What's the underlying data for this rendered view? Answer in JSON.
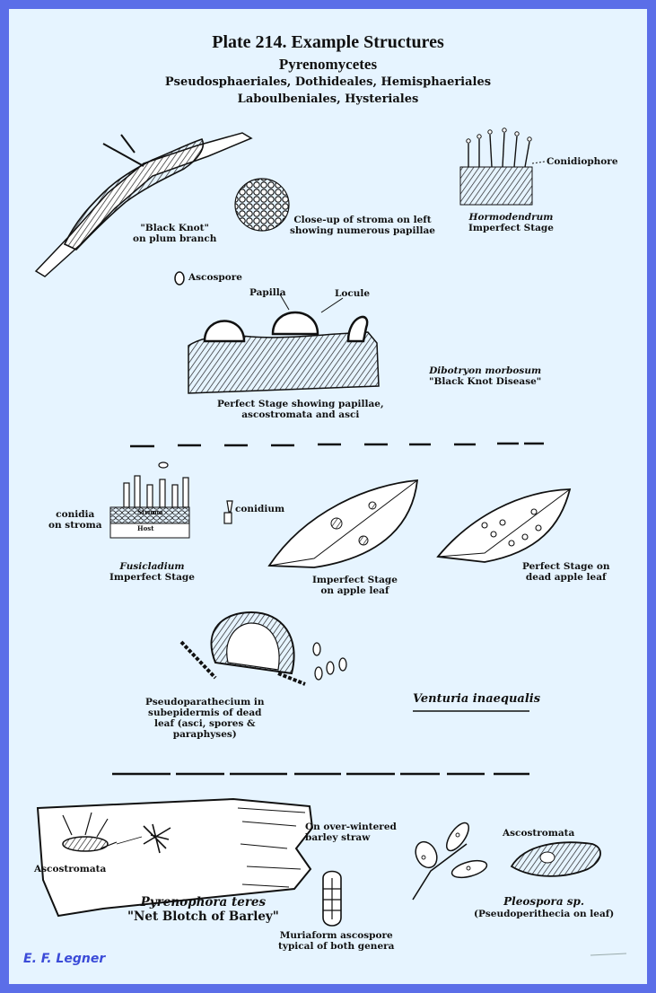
{
  "header": {
    "title": "Plate 214.  Example Structures",
    "subtitle": "Pyrenomycetes",
    "orders_line1": "Pseudosphaeriales, Dothideales, Hemisphaeriales",
    "orders_line2": "Laboulbeniales, Hysteriales"
  },
  "section_dibotryon": {
    "black_knot_label_1": "\"Black Knot\"",
    "black_knot_label_2": "on plum branch",
    "closeup_label_1": "Close-up of stroma on left",
    "closeup_label_2": "showing numerous papillae",
    "conidiophore_label": "Conidiophore",
    "hormodendrum_label_1": "Hormodendrum",
    "hormodendrum_label_2": "Imperfect Stage",
    "ascospore_label": "Ascospore",
    "papilla_label": "Papilla",
    "locule_label": "Locule",
    "perfect_stage_label_1": "Perfect Stage showing papillae,",
    "perfect_stage_label_2": "ascostromata and asci",
    "species_name": "Dibotryon morbosum",
    "disease_name": "\"Black Knot Disease\""
  },
  "section_venturia": {
    "conidia_label_1": "conidia",
    "conidia_label_2": "on stroma",
    "stroma_label": "Stroma",
    "host_label": "Host",
    "conidium_label": "conidium",
    "fusicladium_label_1": "Fusicladium",
    "fusicladium_label_2": "Imperfect Stage",
    "imperfect_leaf_label_1": "Imperfect Stage",
    "imperfect_leaf_label_2": "on apple leaf",
    "perfect_leaf_label_1": "Perfect Stage on",
    "perfect_leaf_label_2": "dead apple leaf",
    "pseudo_label_1": "Pseudoparathecium in",
    "pseudo_label_2": "subepidermis of dead",
    "pseudo_label_3": "leaf (asci, spores &",
    "pseudo_label_4": "paraphyses)",
    "species_name": "Venturia inaequalis"
  },
  "section_pyrenophora": {
    "straw_label_1": "On over-wintered",
    "straw_label_2": "barley straw",
    "ascostromata_left_label": "Ascostromata",
    "species_name": "Pyrenophora teres",
    "disease_name": "\"Net Blotch of Barley\"",
    "muriform_label_1": "Muriaform ascospore",
    "muriform_label_2": "typical of both genera",
    "ascostromata_right_label": "Ascostromata",
    "pleospora_name": "Pleospora sp.",
    "pleospora_note": "(Pseudoperithecia on leaf)"
  },
  "footer": {
    "credit": "E. F. Legner"
  },
  "colors": {
    "frame": "#5b6ee8",
    "background": "#e6f4ff",
    "ink": "#111111",
    "credit": "#3b4bd8"
  }
}
